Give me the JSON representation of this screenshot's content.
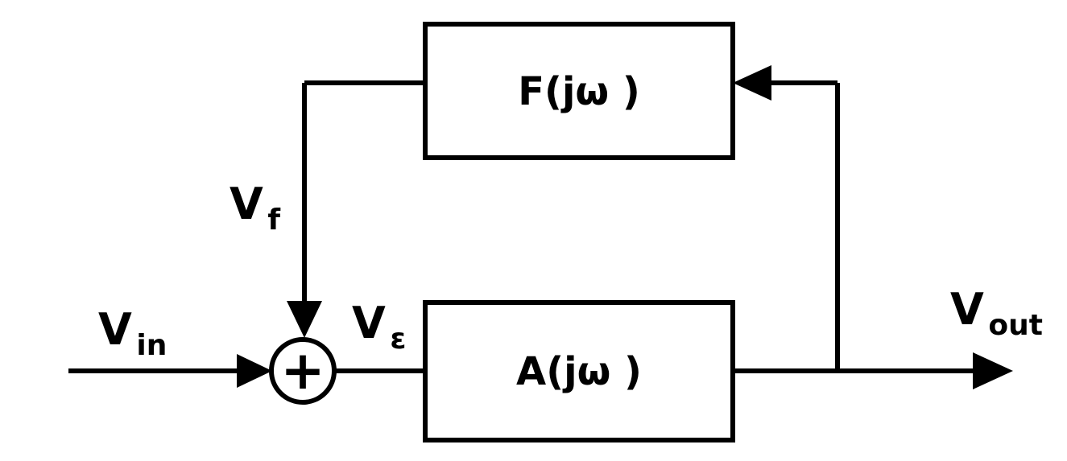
{
  "diagram": {
    "feedback_block": {
      "label": "F(jω )"
    },
    "forward_block": {
      "label": "A(jω )"
    },
    "summer": {
      "symbol": "+"
    },
    "signals": {
      "input": {
        "base": "V",
        "sub": "in"
      },
      "feedback": {
        "base": "V",
        "sub": "f"
      },
      "error": {
        "base": "V",
        "sub": "ε"
      },
      "output": {
        "base": "V",
        "sub": "out"
      }
    },
    "colors": {
      "stroke": "#000000",
      "background": "#ffffff"
    }
  }
}
